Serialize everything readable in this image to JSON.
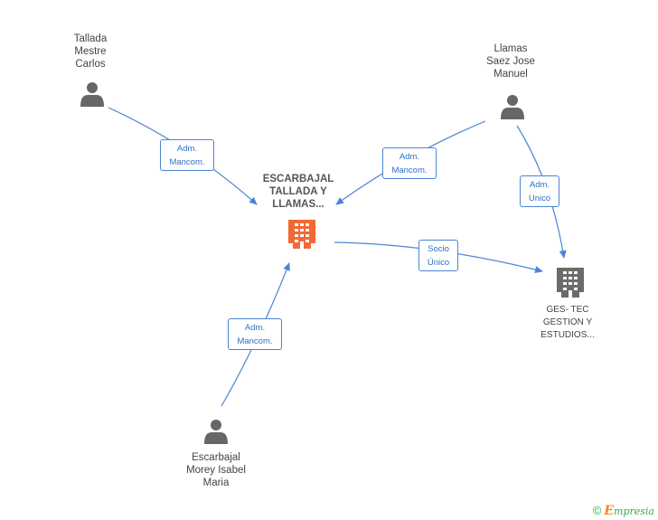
{
  "nodes": {
    "person_tallada": [
      "Tallada",
      "Mestre",
      "Carlos"
    ],
    "person_llamas": [
      "Llamas",
      "Saez Jose",
      "Manuel"
    ],
    "person_escarbajal": [
      "Escarbajal",
      "Morey Isabel",
      "Maria"
    ],
    "company_main": [
      "ESCARBAJAL",
      "TALLADA Y",
      "LLAMAS..."
    ],
    "company_gestec": [
      "GES- TEC",
      "GESTION Y",
      "ESTUDIOS..."
    ]
  },
  "edges": {
    "tallada_main": [
      "Adm.",
      "Mancom."
    ],
    "llamas_main": [
      "Adm.",
      "Mancom."
    ],
    "llamas_gestec": [
      "Adm.",
      "Unico"
    ],
    "main_gestec": [
      "Socio",
      "Único"
    ],
    "escarbajal_main": [
      "Adm.",
      "Mancom."
    ]
  },
  "colors": {
    "edge": "#4a86d6",
    "person_icon": "#666666",
    "company_main_icon": "#f06a35",
    "company_other_icon": "#6b6b6b"
  },
  "footer": {
    "copyright": "©",
    "brand_initial": "E",
    "brand_rest": "mpresia"
  }
}
